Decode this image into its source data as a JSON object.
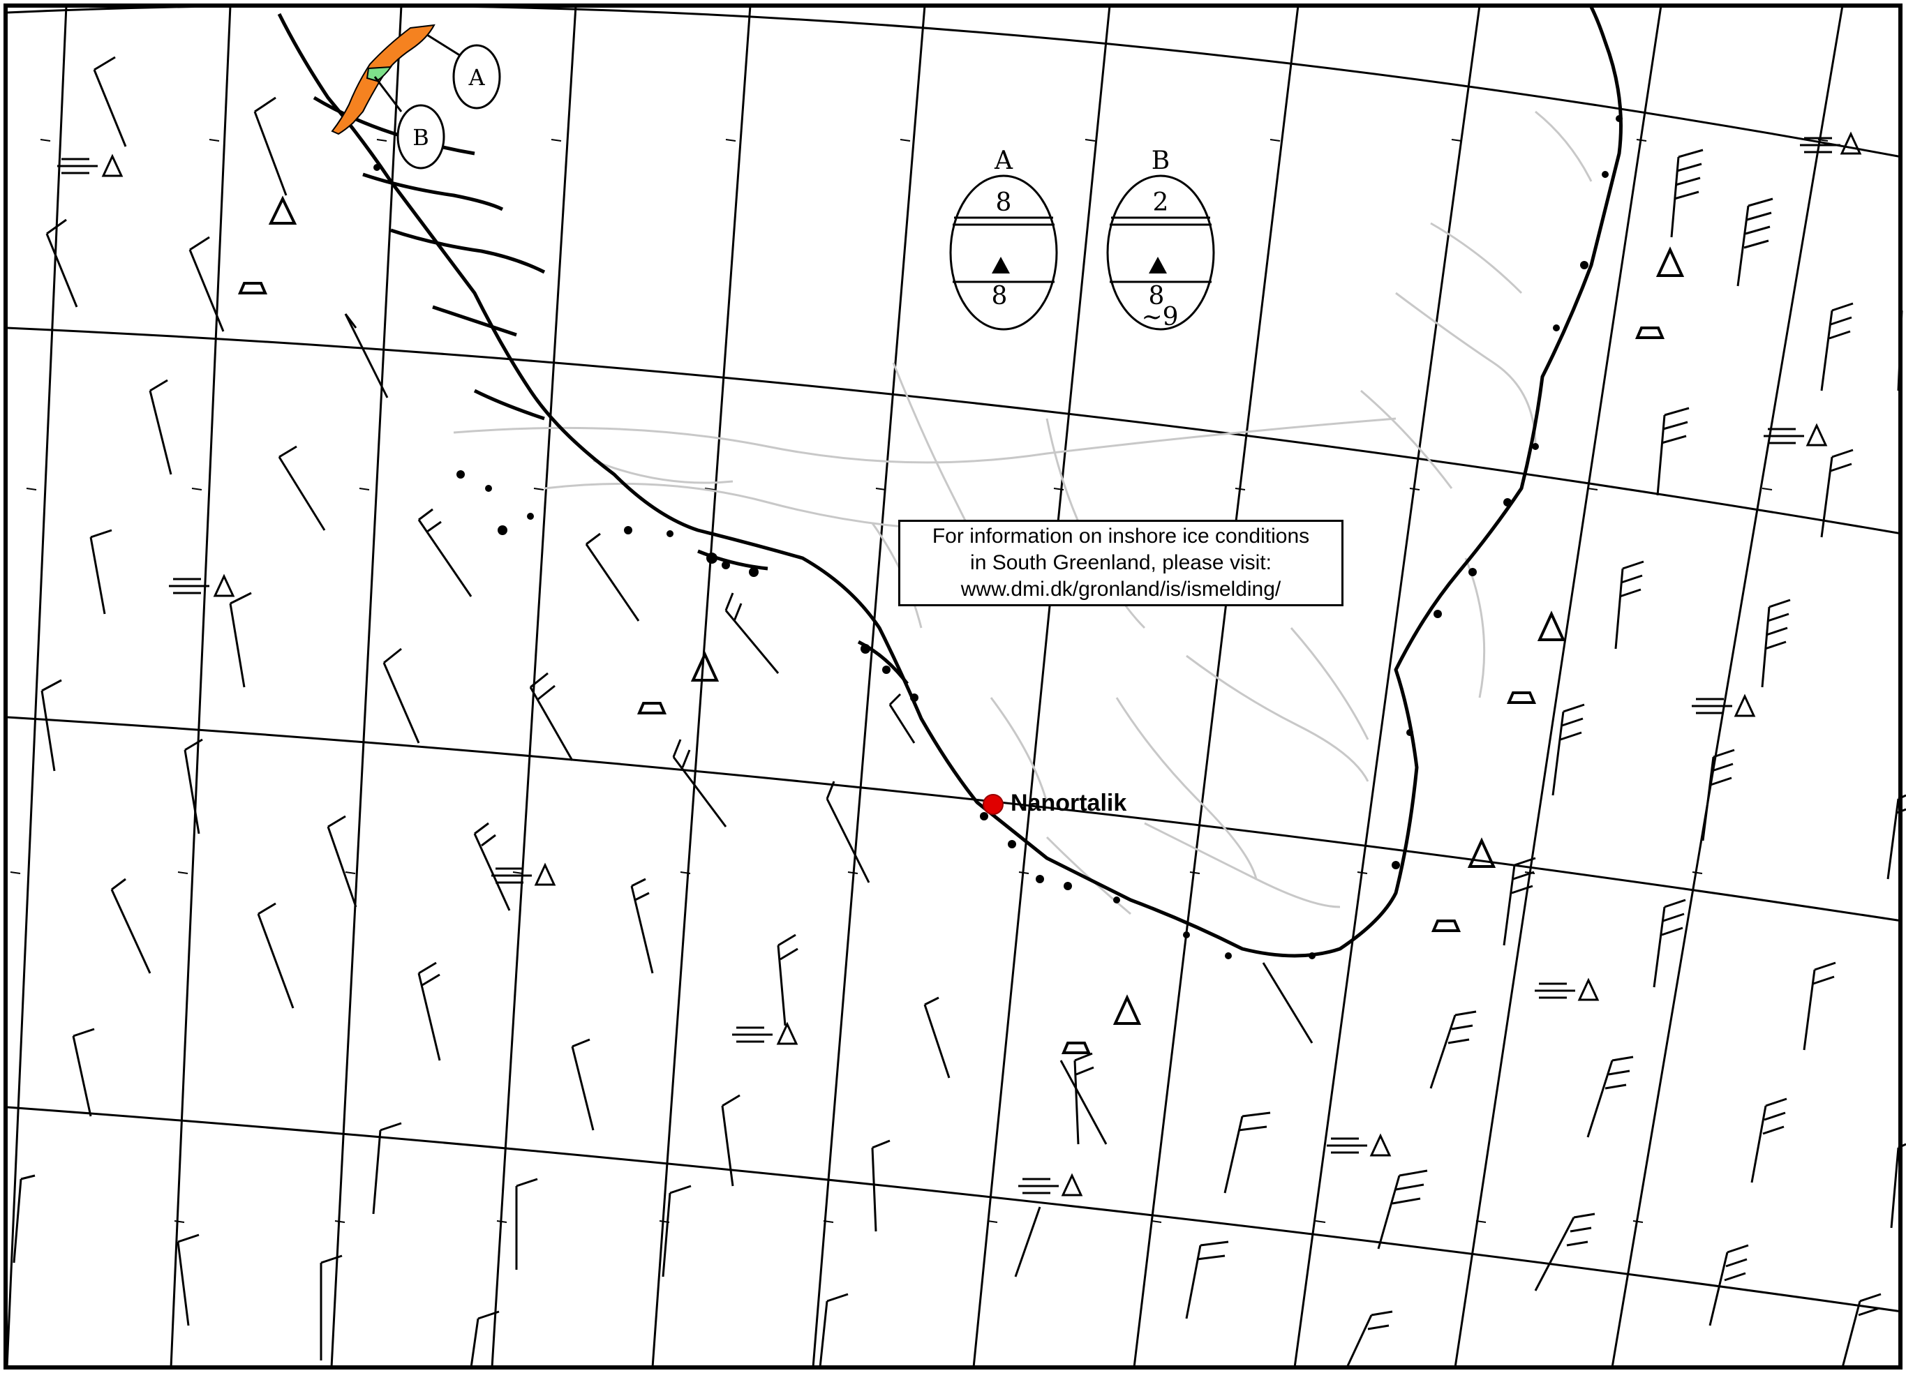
{
  "map": {
    "info_text": {
      "line1": "For information on inshore ice conditions",
      "line2": "in South Greenland, please visit:",
      "line3": "www.dmi.dk/gronland/is/ismelding/"
    },
    "place": {
      "name": "Nanortalik",
      "marker_color": "#e00000"
    },
    "region_labels": {
      "a": "A",
      "b": "B"
    },
    "egg_codes": [
      {
        "label": "A",
        "concentration": "8",
        "stage": "8",
        "form": ""
      },
      {
        "label": "B",
        "concentration": "2",
        "stage": "8",
        "form": "~9"
      }
    ],
    "colors": {
      "region_a": "#f58220",
      "region_b": "#7ee08a",
      "coast_black": "#000000",
      "coast_grey": "#c8c8c8"
    },
    "symbols": {
      "iceberg": "iceberg-triangle-icon",
      "bergy_bits": "trapezoid-icon",
      "fog_iceberg": "fog-iceberg-icon",
      "wind_barb": "wind-barb-icon"
    }
  }
}
